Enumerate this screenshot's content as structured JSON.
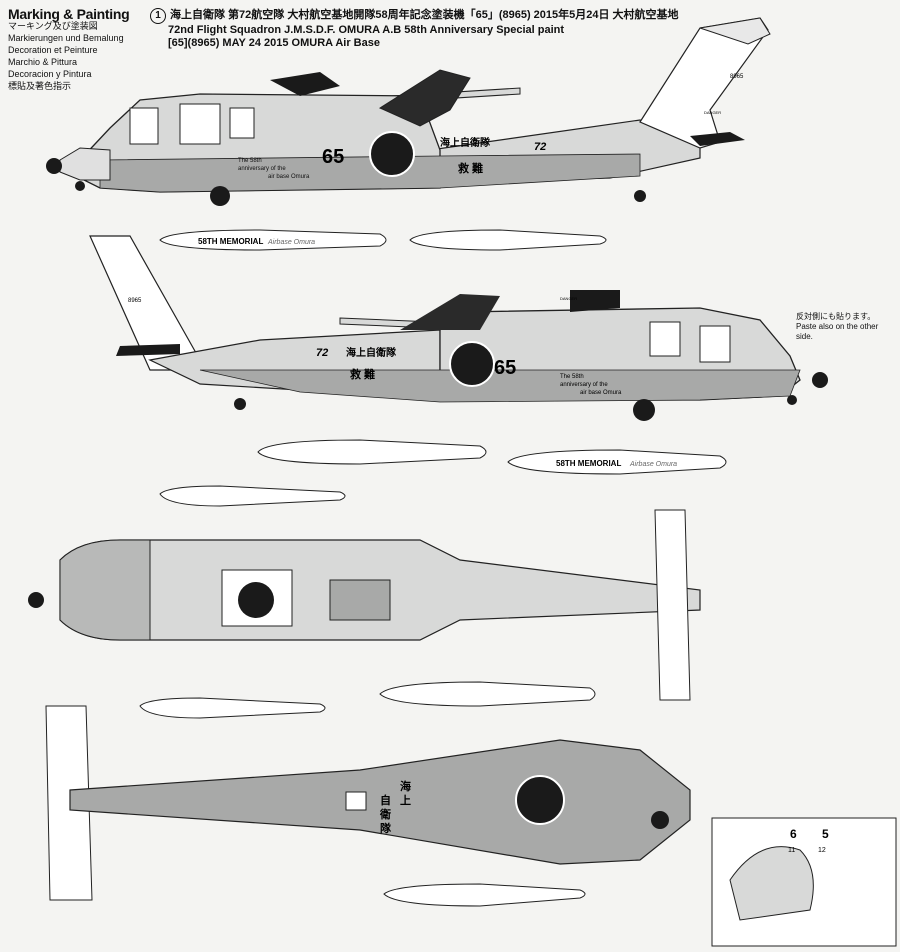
{
  "header": {
    "title": "Marking & Painting",
    "sub_ja": "マーキング及び塗装図",
    "sub_de": "Markierungen und Bemalung",
    "sub_fr": "Decoration et Peinture",
    "sub_it": "Marchio & Pittura",
    "sub_es": "Decoracion y Pintura",
    "sub_zh": "標貼及著色指示",
    "scheme_number": "1",
    "line1": "海上自衛隊 第72航空隊 大村航空基地開隊58周年記念塗装機「65」(8965) 2015年5月24日 大村航空基地",
    "line2": "72nd Flight Squadron J.M.S.D.F. OMURA A.B 58th Anniversary Special paint",
    "line3": "[65](8965) MAY 24 2015 OMURA Air Base"
  },
  "paste_note": {
    "ja": "反対側にも貼ります。",
    "en": "Paste also on the other side."
  },
  "aircraft": {
    "side_number": "65",
    "tail_number": "72",
    "serial": "8965",
    "kanji_name": "海上自衛隊",
    "kanji_rescue": "救  難",
    "anniv_line1": "The 58th",
    "anniv_line2": "anniversary of the",
    "anniv_line3": "air base Omura",
    "danger": "DANGER",
    "memorial_text": "58TH MEMORIAL",
    "memorial_sub": "Airbase Omura",
    "top_kanji": [
      "海",
      "上",
      "自",
      "衛",
      "隊"
    ]
  },
  "inset": {
    "left_num": "6",
    "right_num": "5",
    "left_circle": "11",
    "right_circle": "12"
  },
  "colors": {
    "light_gray": "#d8d9d8",
    "dark_gray": "#a8a9a8",
    "black": "#1a1a1a",
    "white": "#ffffff",
    "accent_yellow": "#e8e48a"
  }
}
